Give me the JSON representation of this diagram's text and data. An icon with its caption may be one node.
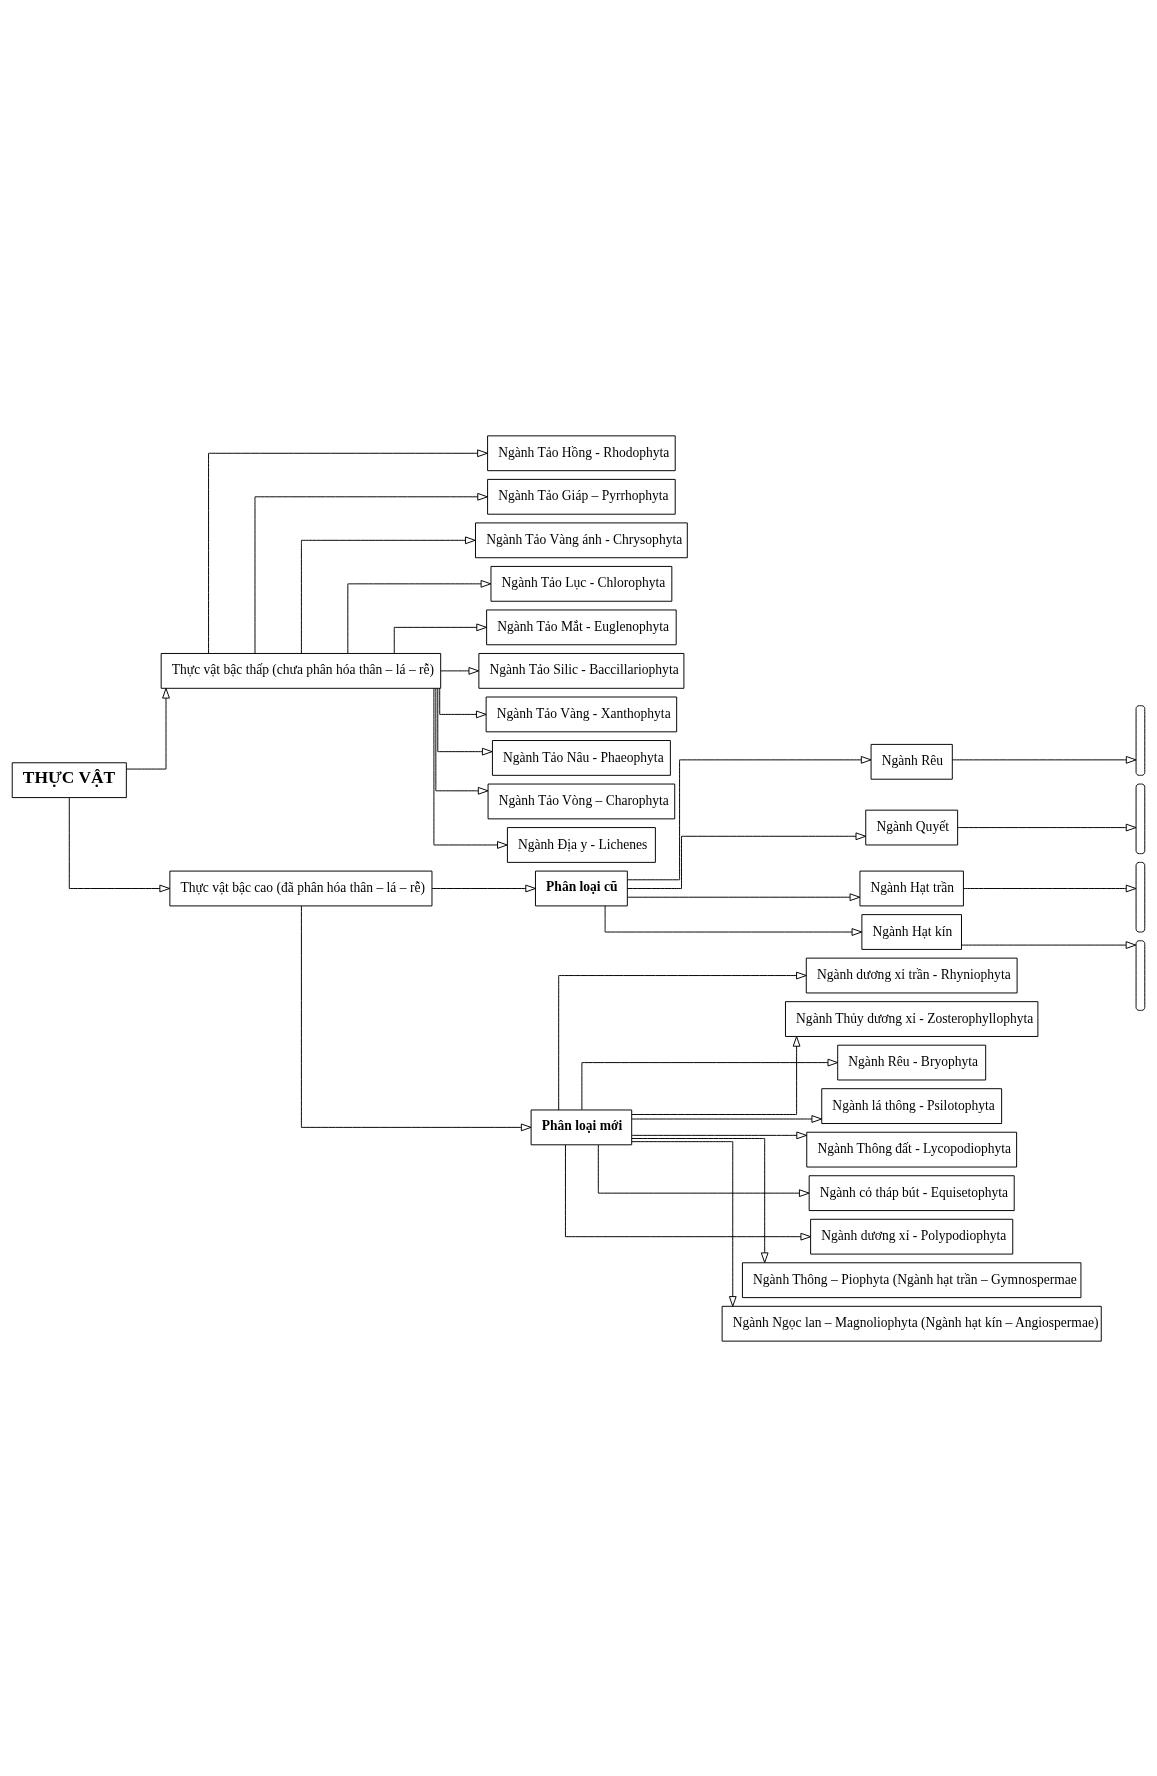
{
  "diagram": {
    "nodes": [
      {
        "text": [
          "THỰC VẬT"
        ]
      },
      {
        "text": [
          "Thực vật bậc thấp (chưa phân hóa thân – lá – rễ)"
        ]
      },
      {
        "text": [
          "Ngành Tảo Hồng - Rhodophyta"
        ]
      },
      {
        "text": [
          "Ngành Tảo Giáp – Pyrrhophyta"
        ]
      },
      {
        "text": [
          "Ngành Tảo Vàng ánh - Chrysophyta"
        ]
      },
      {
        "text": [
          "Ngành Tảo Lục - Chlorophyta"
        ]
      },
      {
        "text": [
          "Ngành Tảo Mắt - Euglenophyta"
        ]
      },
      {
        "text": [
          "Ngành Tảo Silic - Baccillariophyta"
        ]
      },
      {
        "text": [
          "Ngành Tảo Vàng - Xanthophyta"
        ]
      },
      {
        "text": [
          "Ngành Tảo Nâu - Phaeophyta"
        ]
      },
      {
        "text": [
          "Ngành Tảo Vòng – Charophyta"
        ]
      },
      {
        "text": [
          "Ngành Địa y - Lichenes"
        ]
      },
      {
        "text": [
          "Thực vật bậc cao (đã phân hóa thân – lá – rễ)"
        ]
      },
      {
        "text": [
          "Phân loại cũ"
        ]
      },
      {
        "text": [
          "Phân loại mới"
        ]
      },
      {
        "text": [
          "Ngành Rêu"
        ]
      },
      {
        "text": [
          "Ngành Quyết"
        ]
      },
      {
        "text": [
          "Ngành Hạt trần"
        ]
      },
      {
        "text": [
          "Ngành Hạt kín"
        ]
      },
      {
        "text": [
          "Ngành dương xỉ trần - Rhyniophyta"
        ]
      },
      {
        "text": [
          "Ngành Thủy dương xỉ - Zosterophyllophyta"
        ]
      },
      {
        "text": [
          "Ngành Rêu - Bryophyta"
        ]
      },
      {
        "text": [
          "Ngành lá thông - Psilotophyta"
        ]
      },
      {
        "text": [
          "Ngành Thông đất - Lycopodiophyta"
        ]
      },
      {
        "text": [
          "Ngành cỏ tháp bút - Equisetophyta"
        ]
      },
      {
        "text": [
          "Ngành dương xỉ - Polypodiophyta"
        ]
      },
      {
        "text": [
          "Ngành Thông – Piophyta (Ngành hạt trần – Gymnospermae"
        ]
      },
      {
        "text": [
          "Ngành Ngọc lan – Magnoliophyta (Ngành hạt kín – Angiospermae)"
        ]
      },
      {
        "text": [],
        "shape": "brace"
      },
      {
        "text": [],
        "shape": "brace"
      },
      {
        "text": [],
        "shape": "brace"
      },
      {
        "text": [],
        "shape": "brace"
      }
    ],
    "edges": [
      {
        "from": 0,
        "to": 1,
        "arrow": "to"
      },
      {
        "from": 1,
        "to": 2,
        "arrow": "to"
      },
      {
        "from": 1,
        "to": 3,
        "arrow": "to"
      },
      {
        "from": 1,
        "to": 4,
        "arrow": "to"
      },
      {
        "from": 1,
        "to": 5,
        "arrow": "to"
      },
      {
        "from": 1,
        "to": 6,
        "arrow": "to"
      },
      {
        "from": 1,
        "to": 7,
        "arrow": "to"
      },
      {
        "from": 1,
        "to": 8,
        "arrow": "to"
      },
      {
        "from": 1,
        "to": 9,
        "arrow": "to"
      },
      {
        "from": 1,
        "to": 10,
        "arrow": "to"
      },
      {
        "from": 1,
        "to": 11,
        "arrow": "to"
      },
      {
        "from": 0,
        "to": 12,
        "arrow": "to"
      },
      {
        "from": 12,
        "to": 13,
        "arrow": "to"
      },
      {
        "from": 12,
        "to": 14,
        "arrow": "to"
      },
      {
        "from": 13,
        "to": 15,
        "arrow": "to"
      },
      {
        "from": 13,
        "to": 16,
        "arrow": "to"
      },
      {
        "from": 13,
        "to": 17,
        "arrow": "to"
      },
      {
        "from": 13,
        "to": 18,
        "arrow": "to"
      },
      {
        "from": 15,
        "to": 28,
        "arrow": "to"
      },
      {
        "from": 16,
        "to": 29,
        "arrow": "to"
      },
      {
        "from": 17,
        "to": 30,
        "arrow": "to"
      },
      {
        "from": 18,
        "to": 31,
        "arrow": "to"
      },
      {
        "from": 14,
        "to": 19,
        "arrow": "to"
      },
      {
        "from": 14,
        "to": 20,
        "arrow": "to"
      },
      {
        "from": 14,
        "to": 21,
        "arrow": "to"
      },
      {
        "from": 14,
        "to": 22,
        "arrow": "to"
      },
      {
        "from": 14,
        "to": 23,
        "arrow": "to"
      },
      {
        "from": 14,
        "to": 24,
        "arrow": "to"
      },
      {
        "from": 14,
        "to": 25,
        "arrow": "to"
      },
      {
        "from": 14,
        "to": 26,
        "arrow": "to"
      },
      {
        "from": 14,
        "to": 27,
        "arrow": "to"
      }
    ]
  }
}
